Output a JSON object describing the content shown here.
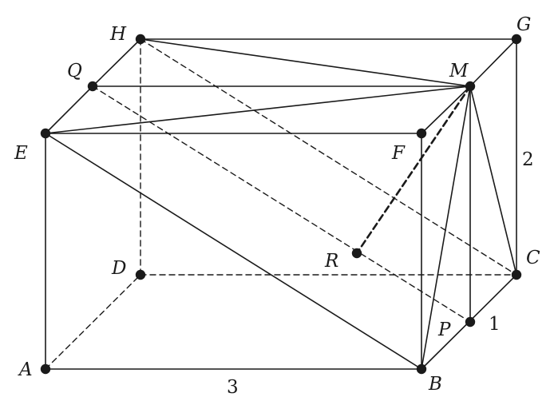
{
  "diagram": {
    "vertices": [
      {
        "id": "A",
        "label": "A"
      },
      {
        "id": "B",
        "label": "B"
      },
      {
        "id": "C",
        "label": "C"
      },
      {
        "id": "D",
        "label": "D"
      },
      {
        "id": "E",
        "label": "E"
      },
      {
        "id": "F",
        "label": "F"
      },
      {
        "id": "G",
        "label": "G"
      },
      {
        "id": "H",
        "label": "H"
      },
      {
        "id": "M",
        "label": "M"
      },
      {
        "id": "P",
        "label": "P"
      },
      {
        "id": "Q",
        "label": "Q"
      },
      {
        "id": "R",
        "label": "R"
      }
    ],
    "dimensions": [
      {
        "id": "AB",
        "text": "3"
      },
      {
        "id": "CG",
        "text": "2"
      },
      {
        "id": "BC",
        "text": "1"
      }
    ],
    "edges": [
      {
        "from": "A",
        "to": "B",
        "style": "solid"
      },
      {
        "from": "B",
        "to": "C",
        "style": "solid"
      },
      {
        "from": "C",
        "to": "G",
        "style": "solid"
      },
      {
        "from": "G",
        "to": "H",
        "style": "solid"
      },
      {
        "from": "H",
        "to": "Q",
        "style": "solid"
      },
      {
        "from": "Q",
        "to": "E",
        "style": "solid"
      },
      {
        "from": "E",
        "to": "A",
        "style": "solid"
      },
      {
        "from": "E",
        "to": "F",
        "style": "solid"
      },
      {
        "from": "F",
        "to": "B",
        "style": "solid"
      },
      {
        "from": "F",
        "to": "M",
        "style": "solid"
      },
      {
        "from": "M",
        "to": "G",
        "style": "solid"
      },
      {
        "from": "Q",
        "to": "M",
        "style": "solid"
      },
      {
        "from": "H",
        "to": "M",
        "style": "solid"
      },
      {
        "from": "E",
        "to": "M",
        "style": "solid"
      },
      {
        "from": "E",
        "to": "B",
        "style": "solid"
      },
      {
        "from": "M",
        "to": "B",
        "style": "solid"
      },
      {
        "from": "M",
        "to": "P",
        "style": "solid"
      },
      {
        "from": "M",
        "to": "C",
        "style": "solid"
      },
      {
        "from": "A",
        "to": "D",
        "style": "dashed"
      },
      {
        "from": "D",
        "to": "C",
        "style": "dashed"
      },
      {
        "from": "D",
        "to": "H",
        "style": "dashed"
      },
      {
        "from": "H",
        "to": "C",
        "style": "dashed"
      },
      {
        "from": "Q",
        "to": "P",
        "style": "dashed"
      },
      {
        "from": "M",
        "to": "R",
        "style": "dashed-bold"
      }
    ]
  }
}
